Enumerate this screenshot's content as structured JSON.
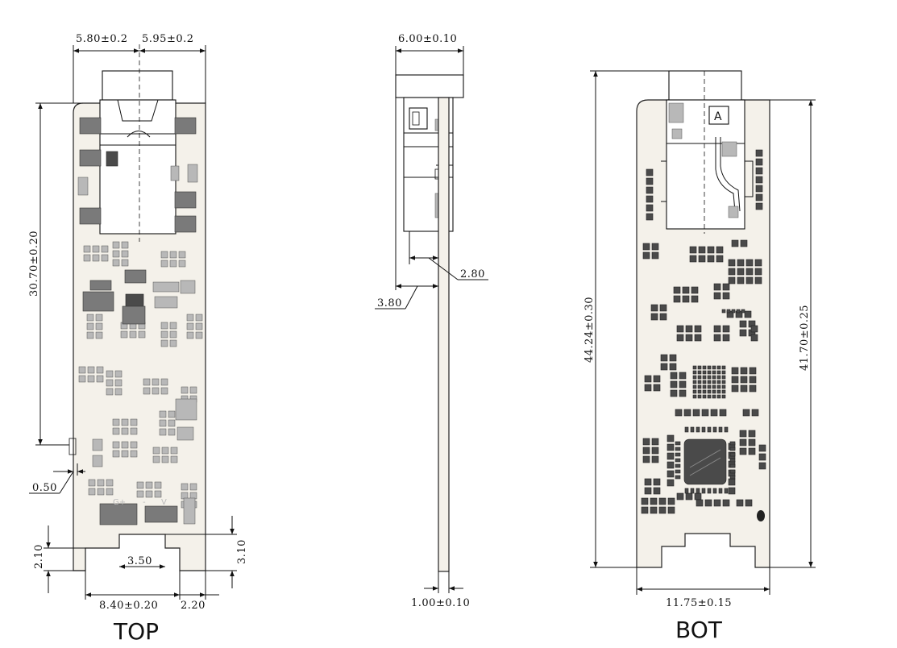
{
  "views": {
    "top": {
      "label": "TOP",
      "dims": {
        "width_left": "5.80±0.2",
        "width_right": "5.95±0.2",
        "height": "30.70±0.20",
        "offset_small": "0.50",
        "notch_left_height": "2.10",
        "notch_width": "3.50",
        "notch_right_height": "3.10",
        "bottom_width": "8.40±0.20",
        "bottom_right": "2.20"
      },
      "silk_labels": [
        "G+",
        "-",
        "V"
      ]
    },
    "side": {
      "dims": {
        "top_width": "6.00±0.10",
        "depth_inner": "2.80",
        "depth_outer": "3.80",
        "thickness": "1.00±0.10"
      }
    },
    "bottom": {
      "label": "BOT",
      "marker": "A",
      "dims": {
        "total_height": "44.24±0.30",
        "board_height": "41.70±0.25",
        "board_width": "11.75±0.15"
      }
    }
  }
}
